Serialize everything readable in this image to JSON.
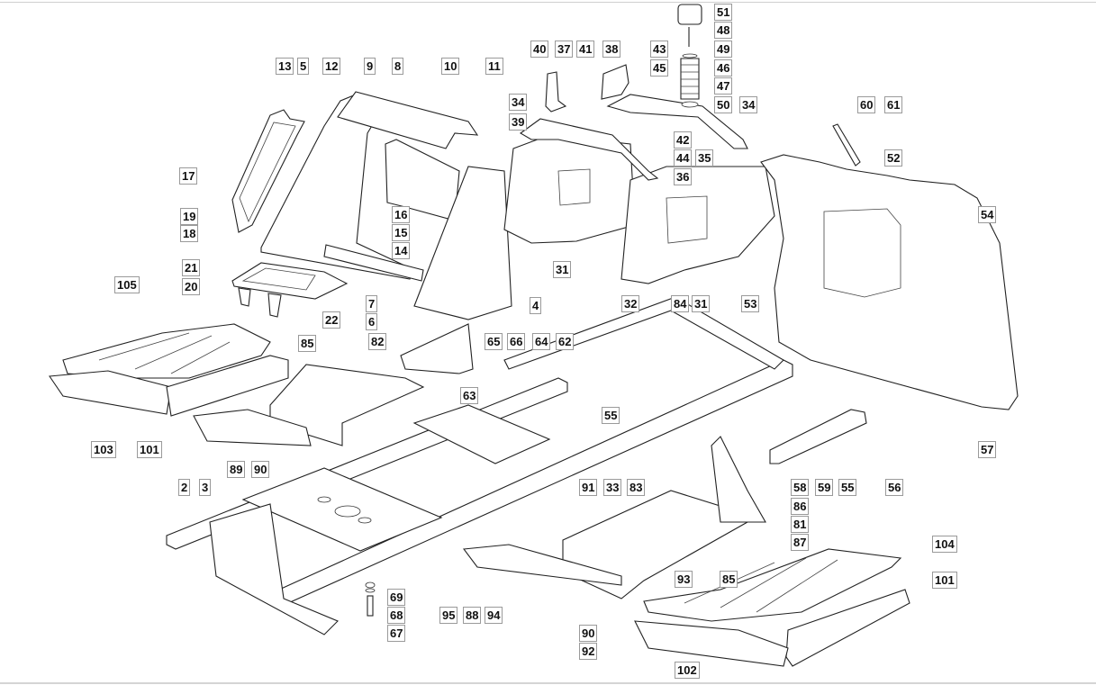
{
  "diagram": {
    "title": "Exploded parts diagram - chassis frame, seat support, panels and footboards",
    "callouts": [
      {
        "id": "51",
        "label": "51"
      },
      {
        "id": "48",
        "label": "48"
      },
      {
        "id": "49",
        "label": "49"
      },
      {
        "id": "46",
        "label": "46"
      },
      {
        "id": "47",
        "label": "47"
      },
      {
        "id": "50",
        "label": "50"
      },
      {
        "id": "34b",
        "label": "34"
      },
      {
        "id": "40",
        "label": "40"
      },
      {
        "id": "37",
        "label": "37"
      },
      {
        "id": "41",
        "label": "41"
      },
      {
        "id": "38",
        "label": "38"
      },
      {
        "id": "43",
        "label": "43"
      },
      {
        "id": "45",
        "label": "45"
      },
      {
        "id": "34a",
        "label": "34"
      },
      {
        "id": "39",
        "label": "39"
      },
      {
        "id": "42",
        "label": "42"
      },
      {
        "id": "44",
        "label": "44"
      },
      {
        "id": "35",
        "label": "35"
      },
      {
        "id": "36",
        "label": "36"
      },
      {
        "id": "13",
        "label": "13"
      },
      {
        "id": "5",
        "label": "5"
      },
      {
        "id": "12",
        "label": "12"
      },
      {
        "id": "9",
        "label": "9"
      },
      {
        "id": "8",
        "label": "8"
      },
      {
        "id": "10",
        "label": "10"
      },
      {
        "id": "11",
        "label": "11"
      },
      {
        "id": "17",
        "label": "17"
      },
      {
        "id": "19",
        "label": "19"
      },
      {
        "id": "18",
        "label": "18"
      },
      {
        "id": "16",
        "label": "16"
      },
      {
        "id": "15",
        "label": "15"
      },
      {
        "id": "14",
        "label": "14"
      },
      {
        "id": "21",
        "label": "21"
      },
      {
        "id": "20",
        "label": "20"
      },
      {
        "id": "22",
        "label": "22"
      },
      {
        "id": "7",
        "label": "7"
      },
      {
        "id": "6",
        "label": "6"
      },
      {
        "id": "4",
        "label": "4"
      },
      {
        "id": "31a",
        "label": "31"
      },
      {
        "id": "32",
        "label": "32"
      },
      {
        "id": "84",
        "label": "84"
      },
      {
        "id": "31b",
        "label": "31"
      },
      {
        "id": "53",
        "label": "53"
      },
      {
        "id": "60",
        "label": "60"
      },
      {
        "id": "61",
        "label": "61"
      },
      {
        "id": "52",
        "label": "52"
      },
      {
        "id": "54",
        "label": "54"
      },
      {
        "id": "57",
        "label": "57"
      },
      {
        "id": "105",
        "label": "105"
      },
      {
        "id": "103",
        "label": "103"
      },
      {
        "id": "101a",
        "label": "101"
      },
      {
        "id": "85a",
        "label": "85"
      },
      {
        "id": "82",
        "label": "82"
      },
      {
        "id": "89",
        "label": "89"
      },
      {
        "id": "90a",
        "label": "90"
      },
      {
        "id": "65",
        "label": "65"
      },
      {
        "id": "66",
        "label": "66"
      },
      {
        "id": "64",
        "label": "64"
      },
      {
        "id": "62",
        "label": "62"
      },
      {
        "id": "63",
        "label": "63"
      },
      {
        "id": "55a",
        "label": "55"
      },
      {
        "id": "2",
        "label": "2"
      },
      {
        "id": "3",
        "label": "3"
      },
      {
        "id": "91",
        "label": "91"
      },
      {
        "id": "33",
        "label": "33"
      },
      {
        "id": "83",
        "label": "83"
      },
      {
        "id": "58",
        "label": "58"
      },
      {
        "id": "59",
        "label": "59"
      },
      {
        "id": "55b",
        "label": "55"
      },
      {
        "id": "56",
        "label": "56"
      },
      {
        "id": "86",
        "label": "86"
      },
      {
        "id": "81",
        "label": "81"
      },
      {
        "id": "87",
        "label": "87"
      },
      {
        "id": "104",
        "label": "104"
      },
      {
        "id": "101b",
        "label": "101"
      },
      {
        "id": "93",
        "label": "93"
      },
      {
        "id": "85b",
        "label": "85"
      },
      {
        "id": "69",
        "label": "69"
      },
      {
        "id": "68",
        "label": "68"
      },
      {
        "id": "67",
        "label": "67"
      },
      {
        "id": "95",
        "label": "95"
      },
      {
        "id": "88",
        "label": "88"
      },
      {
        "id": "94",
        "label": "94"
      },
      {
        "id": "90b",
        "label": "90"
      },
      {
        "id": "92",
        "label": "92"
      },
      {
        "id": "102",
        "label": "102"
      }
    ]
  }
}
